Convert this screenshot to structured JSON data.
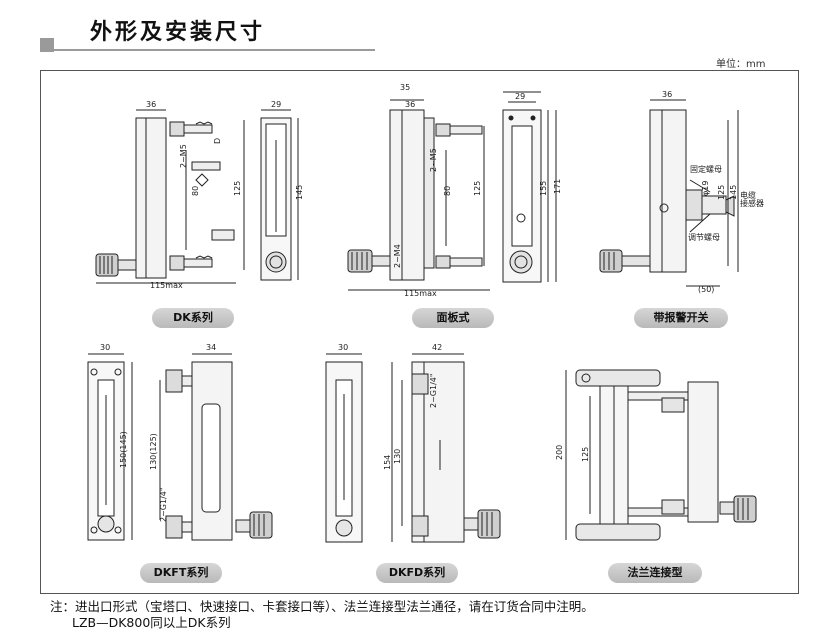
{
  "header": {
    "title": "外形及安装尺寸",
    "unit": "单位：mm"
  },
  "sections": [
    {
      "label": "DK系列",
      "dims": [
        "36",
        "29",
        "D",
        "2~M5",
        "80",
        "125",
        "145",
        "115max"
      ]
    },
    {
      "label": "面板式",
      "dims": [
        "35",
        "29",
        "36",
        "2~M5",
        "80",
        "125",
        "155",
        "171",
        "2~M4",
        "115max"
      ]
    },
    {
      "label": "带报警开关",
      "dims": [
        "36",
        "固定螺母",
        "φ19",
        "调节螺母",
        "电缆",
        "接感器",
        "125",
        "145",
        "(50)"
      ]
    },
    {
      "label": "DKFT系列",
      "dims": [
        "30",
        "34",
        "150(145)",
        "130(125)",
        "2~G1/4\""
      ]
    },
    {
      "label": "DKFD系列",
      "dims": [
        "30",
        "42",
        "2~G1/4\"",
        "154",
        "130"
      ]
    },
    {
      "label": "法兰连接型",
      "dims": [
        "200",
        "125"
      ]
    }
  ],
  "note": {
    "line1": "注：进出口形式（宝塔口、快速接口、卡套接口等）、法兰连接型法兰通径，请在订货合同中注明。",
    "line2": "LZB—DK800同以上DK系列"
  }
}
